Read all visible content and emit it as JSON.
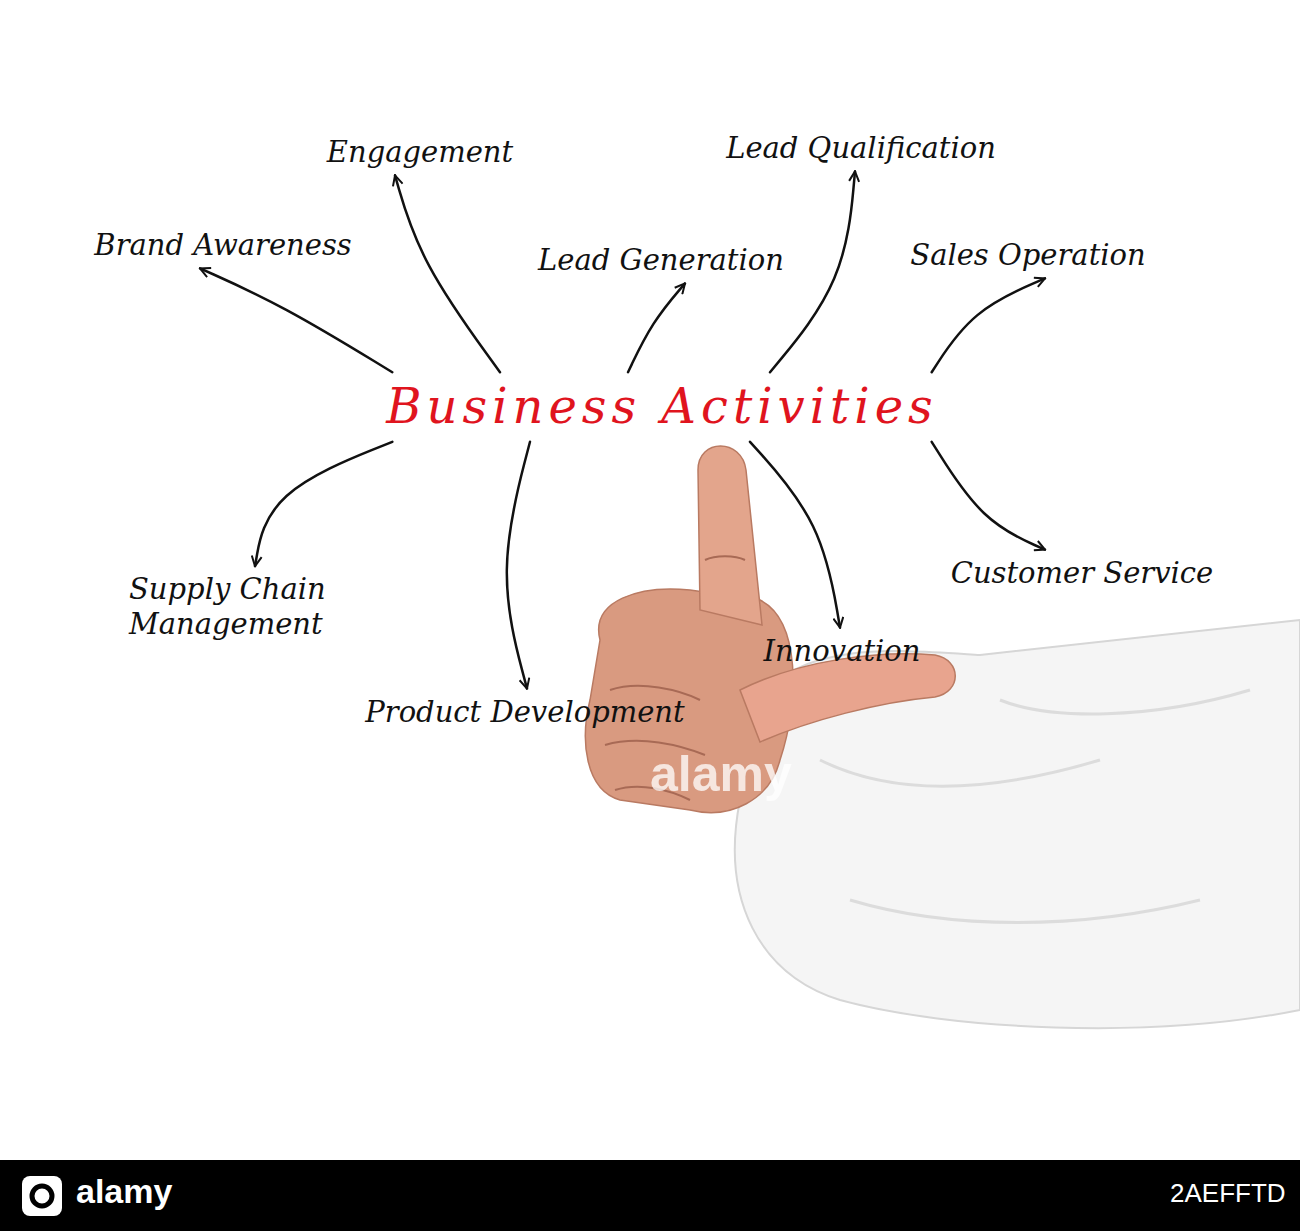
{
  "diagram": {
    "nodes": [
      {
        "text": [
          "Engagement"
        ]
      },
      {
        "text": [
          "Lead Qualification"
        ]
      },
      {
        "text": [
          "Brand Awareness"
        ]
      },
      {
        "text": [
          "Lead Generation"
        ]
      },
      {
        "text": [
          "Sales Operation"
        ]
      },
      {
        "text": [
          "Business Activities"
        ]
      },
      {
        "text": [
          "Customer Service"
        ]
      },
      {
        "text": [
          "Supply Chain Management"
        ]
      },
      {
        "text": [
          "Innovation"
        ]
      },
      {
        "text": [
          "Product Development"
        ]
      }
    ],
    "edges": [
      {
        "from": 5,
        "to": 2,
        "arrow": "to"
      },
      {
        "from": 5,
        "to": 0,
        "arrow": "to"
      },
      {
        "from": 5,
        "to": 3,
        "arrow": "to"
      },
      {
        "from": 5,
        "to": 1,
        "arrow": "to"
      },
      {
        "from": 5,
        "to": 4,
        "arrow": "to"
      },
      {
        "from": 5,
        "to": 7,
        "arrow": "to"
      },
      {
        "from": 5,
        "to": 9,
        "arrow": "to"
      },
      {
        "from": 5,
        "to": 8,
        "arrow": "to"
      },
      {
        "from": 5,
        "to": 6,
        "arrow": "to"
      }
    ],
    "labels": [
      "alamy",
      "alamy",
      "2AEFFTD"
    ]
  }
}
